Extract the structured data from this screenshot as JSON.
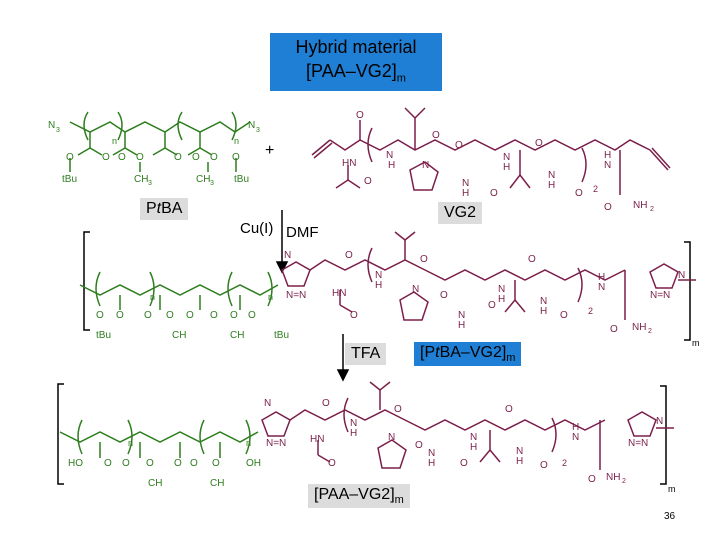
{
  "title": {
    "line1": "Hybrid material",
    "line2": "[PAA–VG2]",
    "line2_sub": "m"
  },
  "labels": {
    "ptba": "P",
    "ptba_italic": "t",
    "ptba_rest": "BA",
    "vg2": "VG2",
    "catalyst": "Cu(I)",
    "solvent": "DMF",
    "tfa": "TFA",
    "intermediate": "[P",
    "intermediate_italic": "t",
    "intermediate_rest": "BA–VG2]",
    "intermediate_sub": "m",
    "product": "[PAA–VG2]",
    "product_sub": "m",
    "plus": "+"
  },
  "page_number": "36",
  "colors": {
    "polymer": "#2e7d1e",
    "peptide": "#7b1f4a",
    "title_bg": "#1f7fd4",
    "label_bg": "#dcdcdc"
  }
}
